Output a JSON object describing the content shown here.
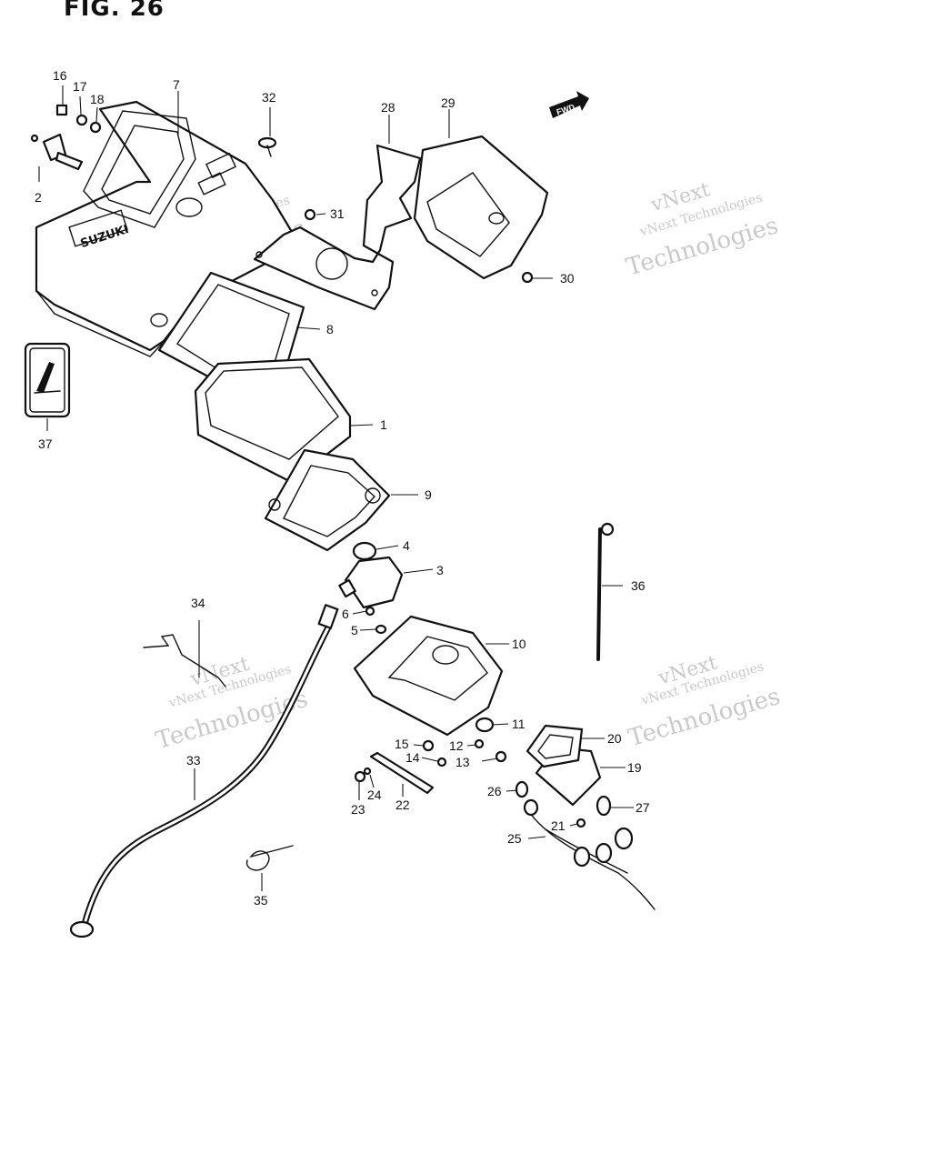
{
  "figure": {
    "title": "FIG. 26"
  },
  "fwd_badge": "FWD",
  "logo_text": "SUZUKI",
  "watermark": {
    "line1": "vNext Technologies",
    "line2": "vNext",
    "line3": "Technologies"
  },
  "parts": [
    {
      "id": "1",
      "text": "1"
    },
    {
      "id": "2",
      "text": "2"
    },
    {
      "id": "3",
      "text": "3"
    },
    {
      "id": "4",
      "text": "4"
    },
    {
      "id": "5",
      "text": "5"
    },
    {
      "id": "6",
      "text": "6"
    },
    {
      "id": "7",
      "text": "7"
    },
    {
      "id": "8",
      "text": "8"
    },
    {
      "id": "9",
      "text": "9"
    },
    {
      "id": "10",
      "text": "10"
    },
    {
      "id": "11",
      "text": "11"
    },
    {
      "id": "12",
      "text": "12"
    },
    {
      "id": "13",
      "text": "13"
    },
    {
      "id": "14",
      "text": "14"
    },
    {
      "id": "15",
      "text": "15"
    },
    {
      "id": "16",
      "text": "16"
    },
    {
      "id": "17",
      "text": "17"
    },
    {
      "id": "18",
      "text": "18"
    },
    {
      "id": "19",
      "text": "19"
    },
    {
      "id": "20",
      "text": "20"
    },
    {
      "id": "21",
      "text": "21"
    },
    {
      "id": "22",
      "text": "22"
    },
    {
      "id": "23",
      "text": "23"
    },
    {
      "id": "24",
      "text": "24"
    },
    {
      "id": "25",
      "text": "25"
    },
    {
      "id": "26",
      "text": "26"
    },
    {
      "id": "27",
      "text": "27"
    },
    {
      "id": "28",
      "text": "28"
    },
    {
      "id": "29",
      "text": "29"
    },
    {
      "id": "30",
      "text": "30"
    },
    {
      "id": "31",
      "text": "31"
    },
    {
      "id": "32",
      "text": "32"
    },
    {
      "id": "33",
      "text": "33"
    },
    {
      "id": "34",
      "text": "34"
    },
    {
      "id": "35",
      "text": "35"
    },
    {
      "id": "36",
      "text": "36"
    },
    {
      "id": "37",
      "text": "37"
    }
  ]
}
